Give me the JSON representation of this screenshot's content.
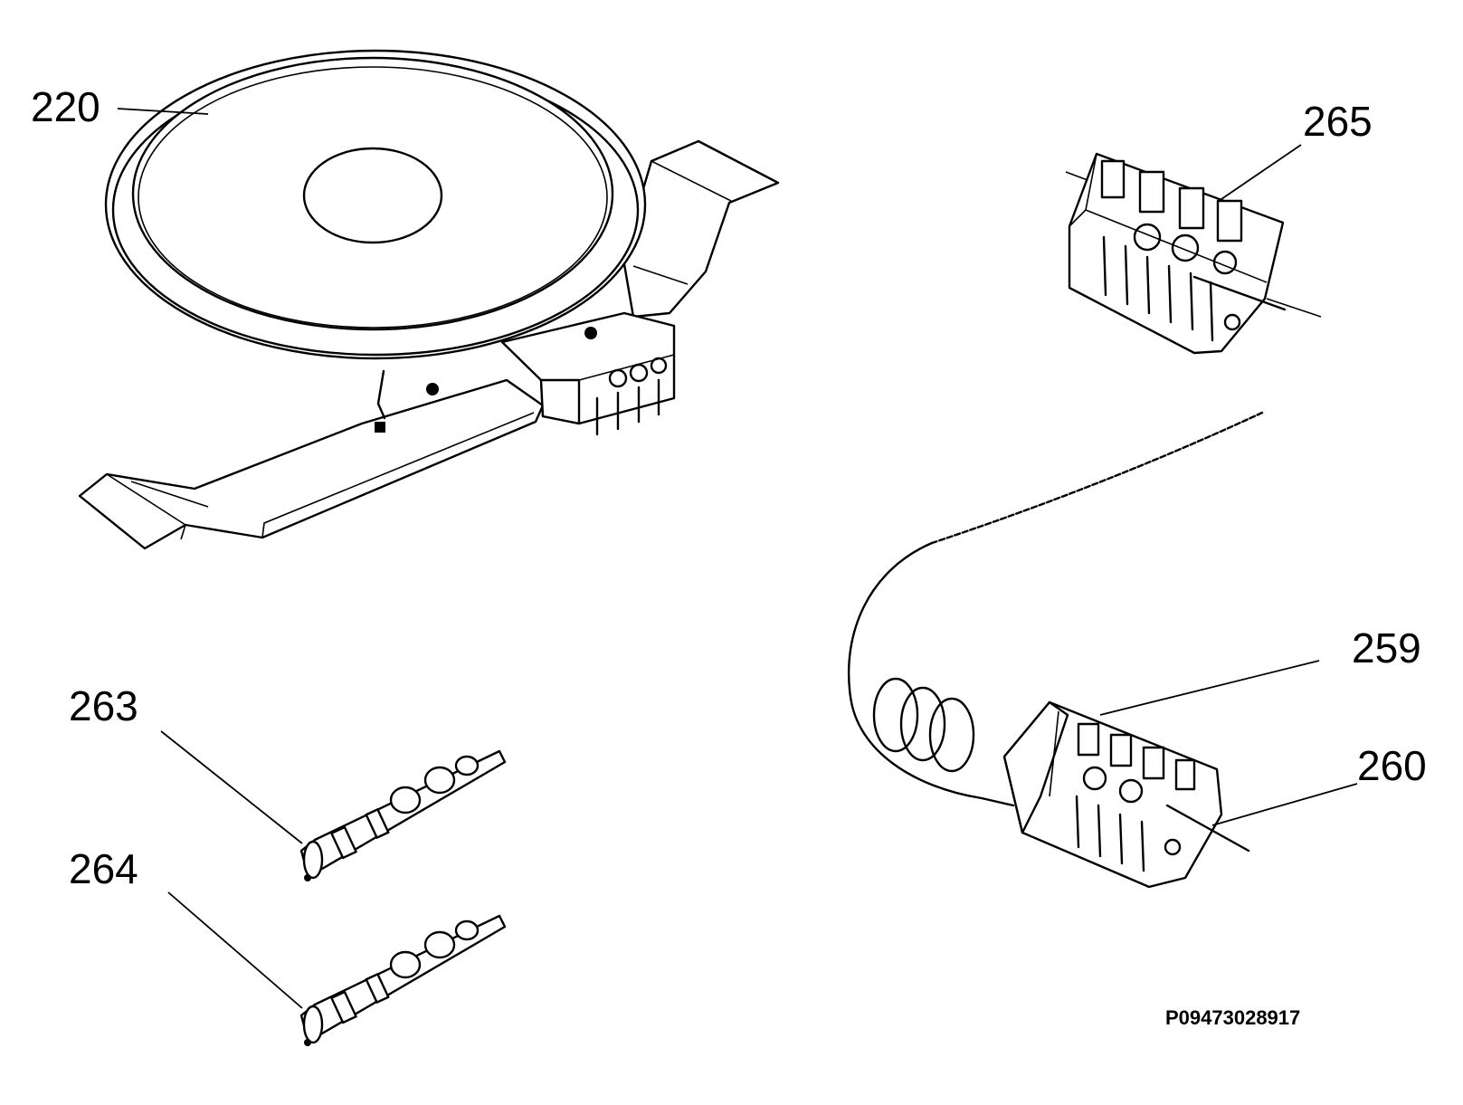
{
  "diagram": {
    "callouts": {
      "c220": "220",
      "c265": "265",
      "c259": "259",
      "c260": "260",
      "c263": "263",
      "c264": "264"
    },
    "drawing_code": "P09473028917"
  }
}
